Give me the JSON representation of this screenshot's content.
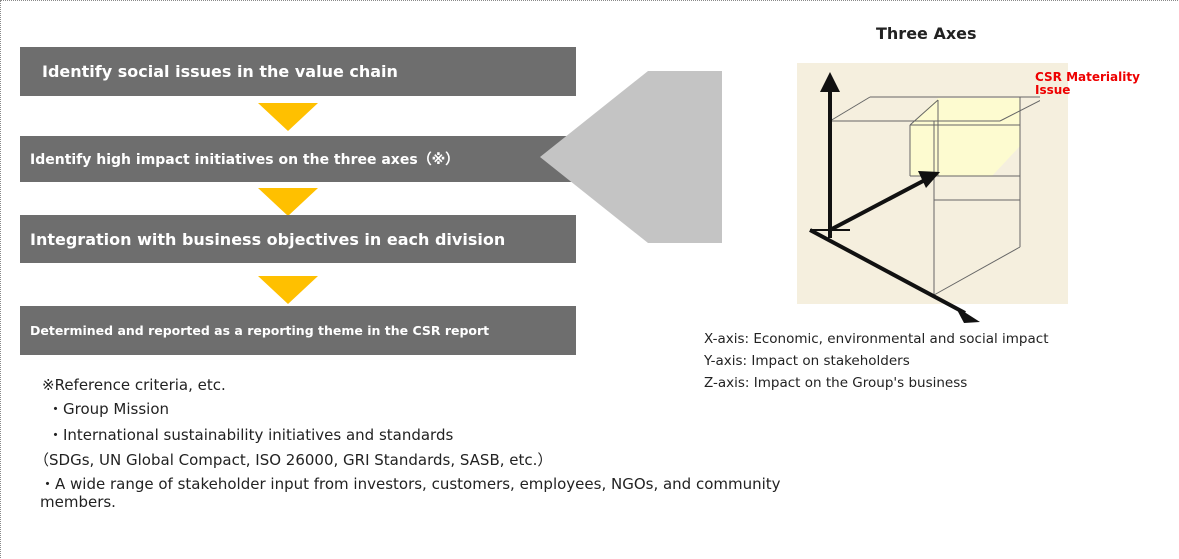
{
  "flow": {
    "step1": "Identify social issues in the value chain",
    "step2": "Identify high impact initiatives on the three axes（※）",
    "step3": "Integration with business objectives in each division",
    "step4": "Determined and reported as a reporting theme in the CSR report"
  },
  "axes": {
    "title": "Three Axes",
    "highlight_label": "CSR Materiality Issue",
    "x_desc": "X-axis: Economic, environmental and social impact",
    "y_desc": "Y-axis: Impact on stakeholders",
    "z_desc": "Z-axis: Impact on the Group's business"
  },
  "reference": {
    "heading": "※Reference criteria, etc.",
    "item1": "・Group Mission",
    "item2": "・International sustainability initiatives and standards",
    "item2_detail": "（SDGs, UN Global Compact, ISO 26000, GRI Standards, SASB, etc.）",
    "item3": "・A wide range of stakeholder input from investors, customers, employees, NGOs, and community members."
  },
  "colors": {
    "step_bg": "#6e6e6e",
    "arrow": "#ffc000",
    "big_arrow": "#c4c4c4",
    "highlight": "#ee0000",
    "cube_fill": "#fdfbd0"
  }
}
